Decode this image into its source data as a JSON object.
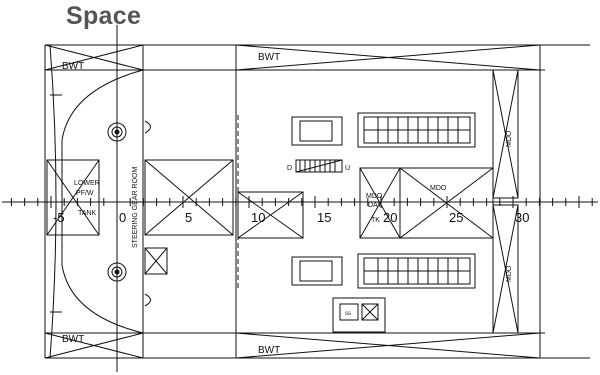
{
  "heading": "Space",
  "labels": {
    "bwt": "BWT",
    "mdo": "MDO",
    "lower_tank": [
      "LOWER",
      "PF/W",
      "TANK"
    ],
    "steering_gear_room": "STEERING GEAR ROOM",
    "mdo_day_tank": [
      "MDO",
      "DAY",
      "TK"
    ],
    "du": [
      "D",
      "U"
    ],
    "small_box": "ss"
  },
  "frame_numbers": [
    -5,
    0,
    5,
    10,
    15,
    20,
    25,
    30
  ],
  "colors": {
    "line": "#111111",
    "heading": "#555555"
  }
}
